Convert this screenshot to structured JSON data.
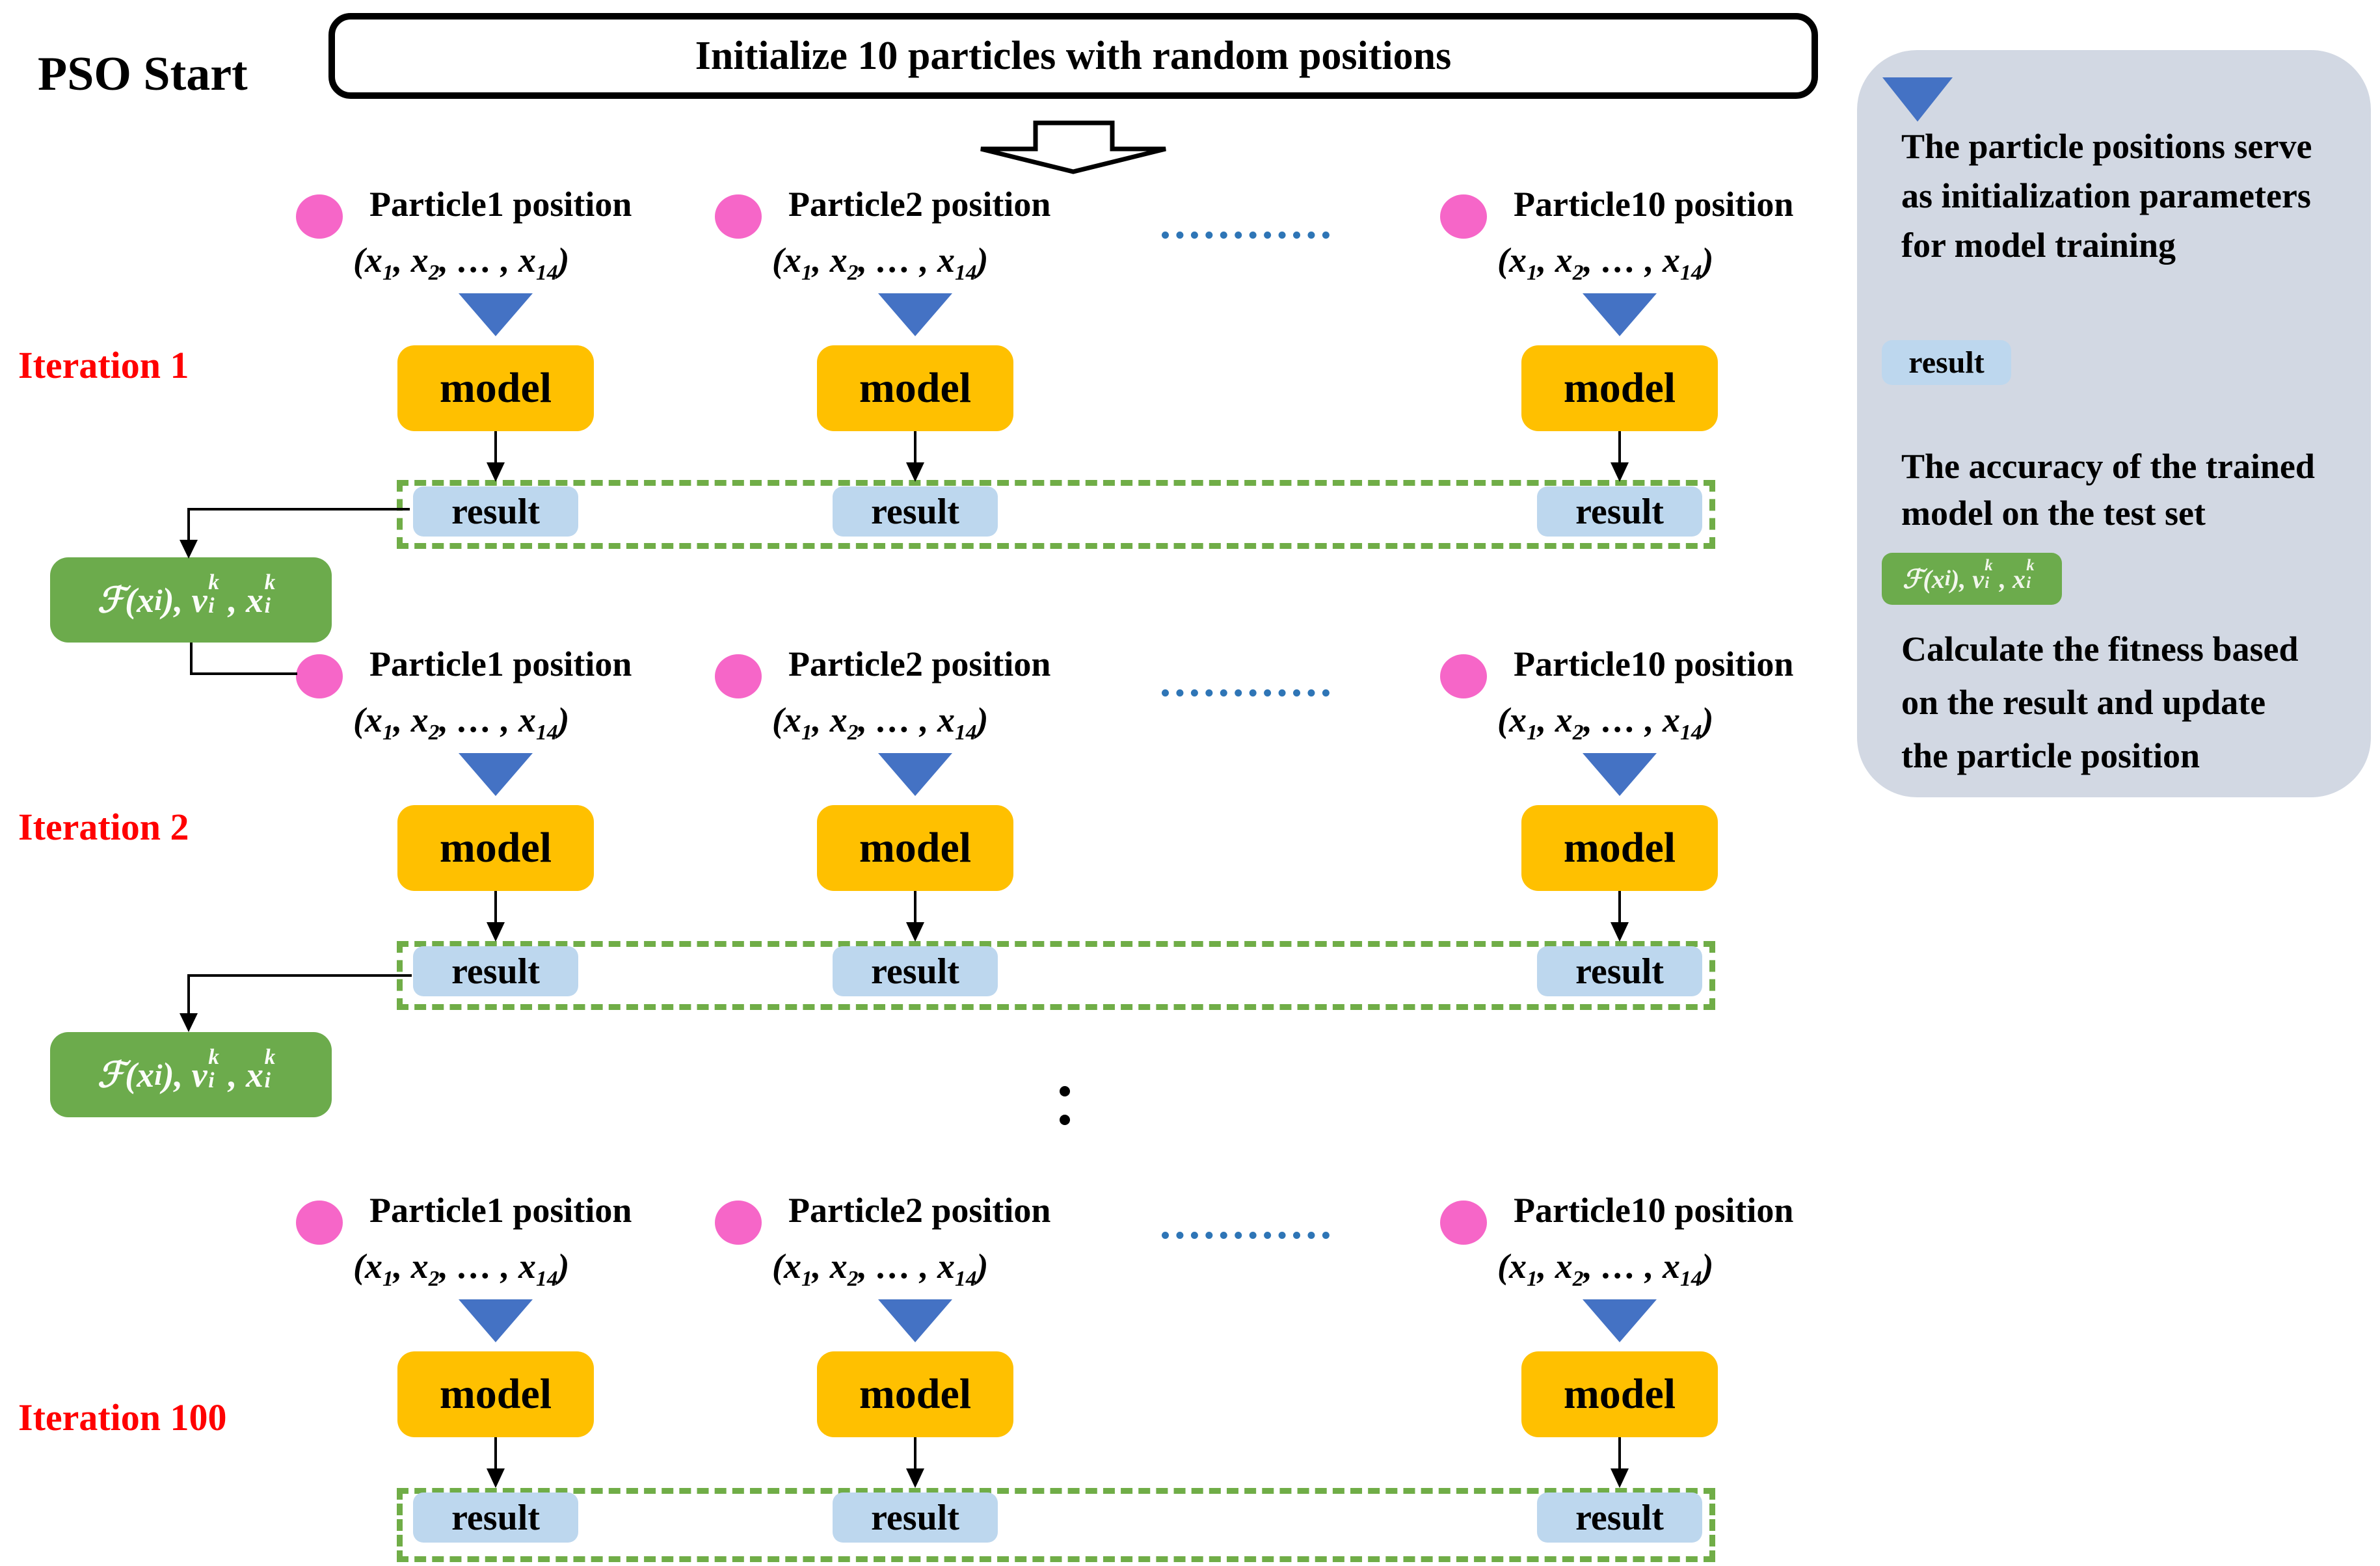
{
  "page": {
    "title": "PSO Start"
  },
  "flow": {
    "init_label": "Initialize 10 particles with random positions"
  },
  "iterations": [
    {
      "label": "Iteration 1"
    },
    {
      "label": "Iteration 2"
    },
    {
      "label": "Iteration 100"
    }
  ],
  "particles": [
    {
      "name": "Particle1 position",
      "vector_html": "(x<sub>1</sub>, x<sub>2</sub>, … , x<sub>14</sub>)"
    },
    {
      "name": "Particle2 position",
      "vector_html": "(x<sub>1</sub>, x<sub>2</sub>, … , x<sub>14</sub>)"
    },
    {
      "name": "Particle10 position",
      "vector_html": "(x<sub>1</sub>, x<sub>2</sub>, … , x<sub>14</sub>)"
    }
  ],
  "node_labels": {
    "model": "model",
    "result": "result"
  },
  "fitness": {
    "formula_html": "ℱ(x<sub>i</sub>), v<span class=\"sk\"><sup>k</sup><sub>i</sub></span>, x<span class=\"sk\"><sup>k</sup><sub>i</sub></span>"
  },
  "legend": {
    "particle_note": "The particle positions serve\nas initialization parameters\nfor model training",
    "result_chip": "result",
    "result_note": "The accuracy of the trained\nmodel on the test set",
    "fitness_note": "Calculate the fitness based\non the result and update\nthe particle position"
  },
  "colors": {
    "model_fill": "#ffc000",
    "result_fill": "#bdd7ee",
    "fitness_fill": "#6cab4c",
    "dash_green": "#70ad47",
    "particle_pink": "#f666c8",
    "triangle_blue": "#4472c4",
    "dots_blue": "#2e75b6",
    "panel_bg": "#d2d8e3",
    "iteration_red": "#ff0000"
  }
}
